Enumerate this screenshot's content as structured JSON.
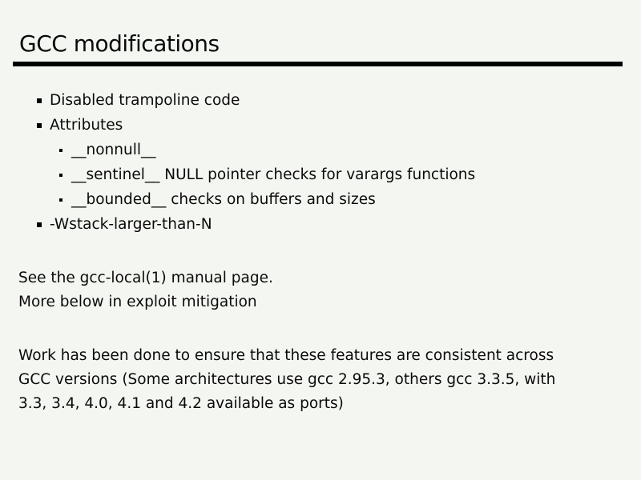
{
  "slide": {
    "title": "GCC modifications",
    "bullets": [
      {
        "level": 1,
        "text": "Disabled trampoline code"
      },
      {
        "level": 1,
        "text": "Attributes"
      },
      {
        "level": 2,
        "text": "__nonnull__"
      },
      {
        "level": 2,
        "text": "__sentinel__ NULL pointer checks for varargs functions"
      },
      {
        "level": 2,
        "text": "__bounded__ checks on buffers and sizes"
      },
      {
        "level": 1,
        "text": "-Wstack-larger-than-N"
      }
    ],
    "notes": [
      "See the gcc-local(1) manual page.",
      "More below in exploit mitigation"
    ],
    "paragraph_lines": [
      "Work has been done to ensure that these features are consistent across",
      "GCC versions (Some architectures use gcc 2.95.3, others gcc 3.3.5, with",
      "3.3, 3.4, 4.0, 4.1 and 4.2 available as ports)"
    ],
    "colors": {
      "background": "#f4f7f1",
      "text": "#0a0a0a",
      "rule": "#000000"
    }
  }
}
